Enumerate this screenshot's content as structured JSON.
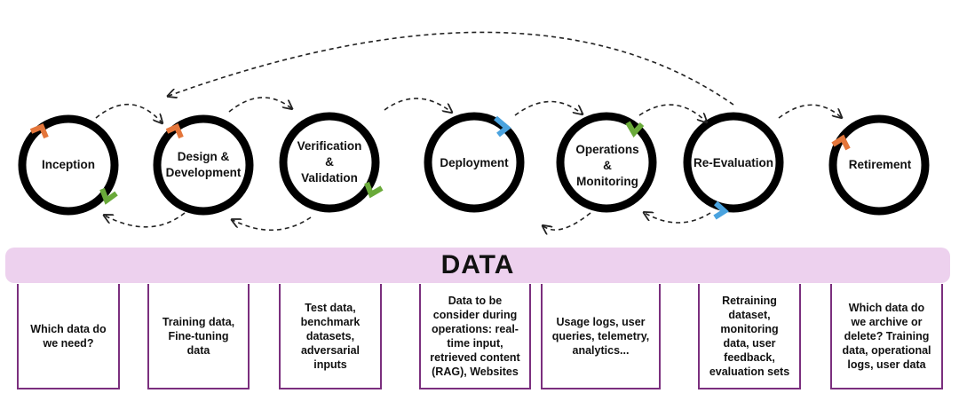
{
  "stages": [
    {
      "label": "Inception"
    },
    {
      "label": "Design &\nDevelopment"
    },
    {
      "label": "Verification\n&\nValidation"
    },
    {
      "label": "Deployment"
    },
    {
      "label": "Operations\n&\nMonitoring"
    },
    {
      "label": "Re-Evaluation"
    },
    {
      "label": "Retirement"
    }
  ],
  "banner": {
    "title": "DATA"
  },
  "data_boxes": [
    {
      "text": "Which data do\nwe need?"
    },
    {
      "text": "Training data,\nFine-tuning\ndata"
    },
    {
      "text": "Test data,\nbenchmark\ndatasets,\nadversarial\ninputs"
    },
    {
      "text": "Data to be\nconsider during\noperations: real-\ntime input,\nretrieved content\n(RAG), Websites"
    },
    {
      "text": "Usage logs, user\nqueries, telemetry,\nanalytics..."
    },
    {
      "text": "Retraining\ndataset,\nmonitoring\ndata, user\nfeedback,\nevaluation sets"
    },
    {
      "text": "Which data do\nwe archive or\ndelete? Training\ndata, operational\nlogs, user data"
    }
  ],
  "colors": {
    "ring": "#000000",
    "arrow_orange": "#e4763b",
    "arrow_green": "#6aaa3a",
    "arrow_blue": "#4aa3df",
    "banner_fill": "#edd1ee",
    "box_border": "#7b2f7e"
  }
}
